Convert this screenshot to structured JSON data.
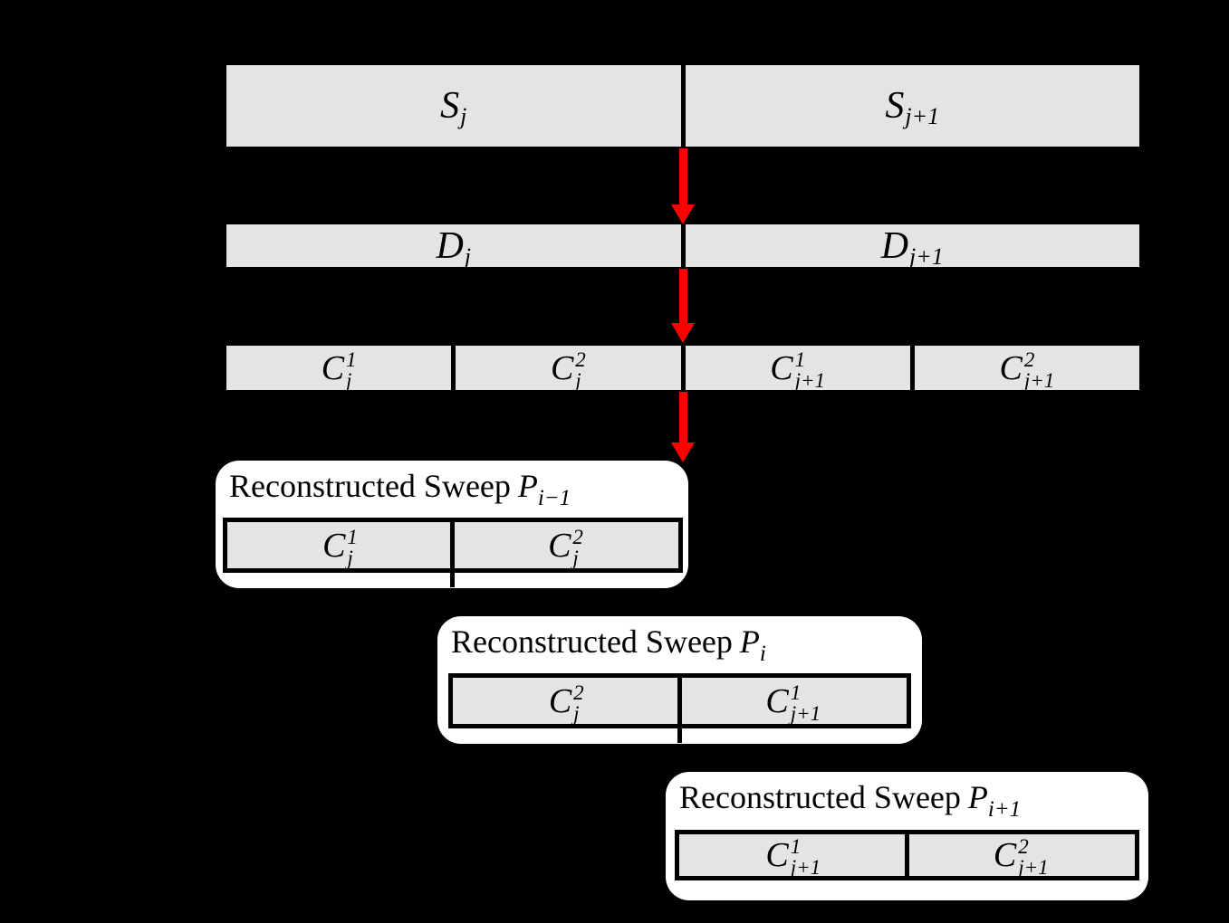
{
  "figure": {
    "background": "#000000",
    "bar_fill": "#e3e5e5",
    "arrow_color": "#fe0000",
    "box_fill": "#ffffff",
    "border_color": "#000000"
  },
  "rows": {
    "s": {
      "cells": [
        {
          "base": "S",
          "sub": "j"
        },
        {
          "base": "S",
          "sub": "j+1"
        }
      ]
    },
    "d": {
      "cells": [
        {
          "base": "D",
          "sub": "j"
        },
        {
          "base": "D",
          "sub": "j+1"
        }
      ]
    },
    "c": {
      "cells": [
        {
          "base": "C",
          "sup": "1",
          "sub": "j"
        },
        {
          "base": "C",
          "sup": "2",
          "sub": "j"
        },
        {
          "base": "C",
          "sup": "1",
          "sub": "j+1"
        },
        {
          "base": "C",
          "sup": "2",
          "sub": "j+1"
        }
      ]
    }
  },
  "sweeps": [
    {
      "title": "Reconstructed Sweep",
      "var": "P",
      "sub": "i−1",
      "cells": [
        {
          "base": "C",
          "sup": "1",
          "sub": "j"
        },
        {
          "base": "C",
          "sup": "2",
          "sub": "j"
        }
      ]
    },
    {
      "title": "Reconstructed Sweep",
      "var": "P",
      "sub": "i",
      "cells": [
        {
          "base": "C",
          "sup": "2",
          "sub": "j"
        },
        {
          "base": "C",
          "sup": "1",
          "sub": "j+1"
        }
      ]
    },
    {
      "title": "Reconstructed Sweep",
      "var": "P",
      "sub": "i+1",
      "cells": [
        {
          "base": "C",
          "sup": "1",
          "sub": "j+1"
        },
        {
          "base": "C",
          "sup": "2",
          "sub": "j+1"
        }
      ]
    }
  ]
}
